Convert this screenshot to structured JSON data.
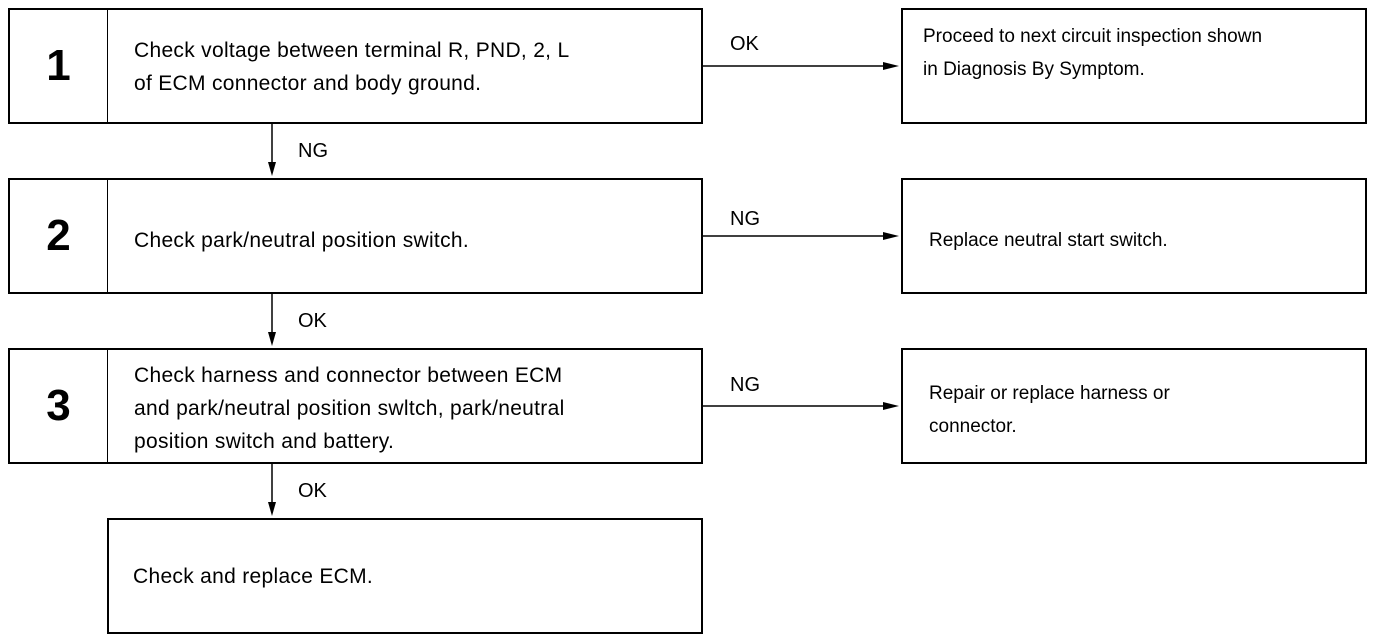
{
  "steps": [
    {
      "number": "1",
      "text_lines": [
        "Check voltage between terminal R, PND, 2, L",
        "of ECM connector and body ground."
      ]
    },
    {
      "number": "2",
      "text_lines": [
        "Check park/neutral position switch."
      ]
    },
    {
      "number": "3",
      "text_lines": [
        "Check harness and connector between ECM",
        "and park/neutral position swltch, park/neutral",
        "position switch and battery."
      ]
    }
  ],
  "final": {
    "text": "Check and replace ECM."
  },
  "results": [
    {
      "text_lines": [
        "Proceed to next circuit inspection shown",
        "in Diagnosis By Symptom."
      ]
    },
    {
      "text_lines": [
        "Replace neutral start switch."
      ]
    },
    {
      "text_lines": [
        "Repair or replace harness or",
        "connector."
      ]
    }
  ],
  "branch_labels": {
    "step1_right": "OK",
    "step1_down": "NG",
    "step2_right": "NG",
    "step2_down": "OK",
    "step3_right": "NG",
    "step3_down": "OK"
  }
}
